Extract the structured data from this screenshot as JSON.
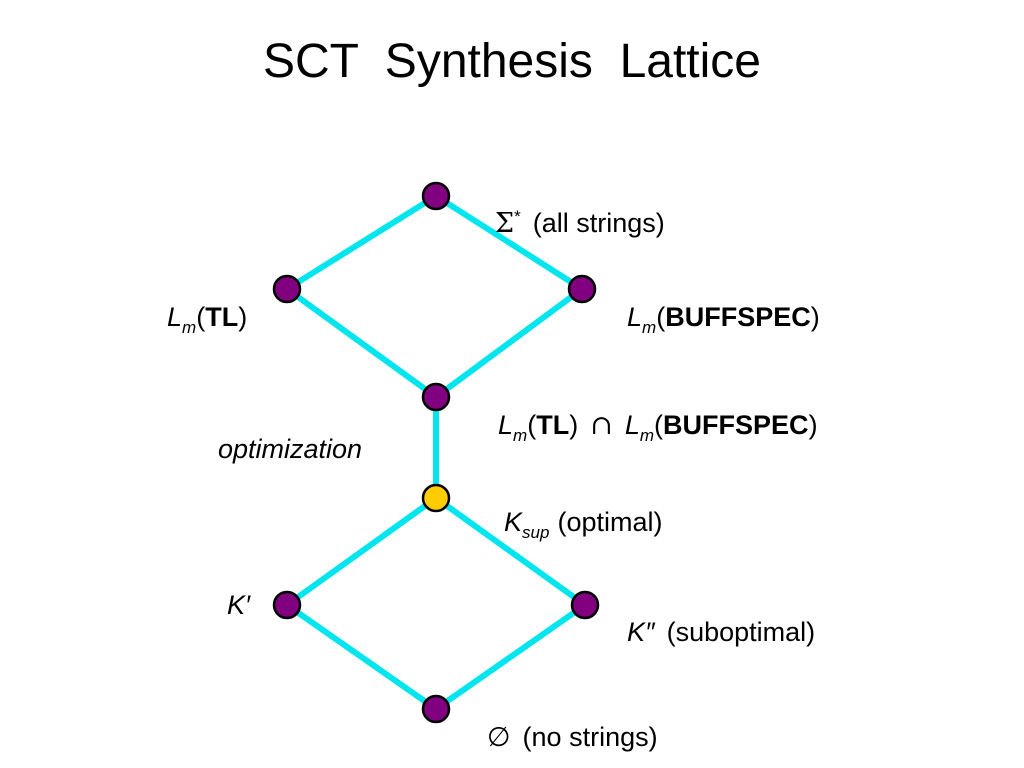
{
  "title": "SCT  Synthesis  Lattice",
  "colors": {
    "edge": "#00e5ee",
    "node": "#800080",
    "optimal_node": "#ffcc00",
    "node_outline": "#000000"
  },
  "labels": {
    "top": {
      "symbol": "Σ",
      "sup": "*",
      "text": "(all strings)"
    },
    "left_upper": {
      "L": "L",
      "m": "m",
      "open": "(",
      "arg": "TL",
      "close": ")"
    },
    "right_upper": {
      "L": "L",
      "m": "m",
      "open": "(",
      "arg": "BUFFSPEC",
      "close": ")"
    },
    "intersection": {
      "L1": "L",
      "m1": "m",
      "open1": "(",
      "arg1": "TL",
      "close1": ")",
      "op": "∩",
      "L2": "L",
      "m2": "m",
      "open2": "(",
      "arg2": "BUFFSPEC",
      "close2": ")"
    },
    "optimization": "optimization",
    "ksup": {
      "K": "K",
      "sub": "sup",
      "text": "(optimal)"
    },
    "kprime": "K′",
    "kdouble": {
      "K": "K″",
      "text": "(suboptimal)"
    },
    "bottom": {
      "symbol": "∅",
      "text": "(no strings)"
    }
  }
}
